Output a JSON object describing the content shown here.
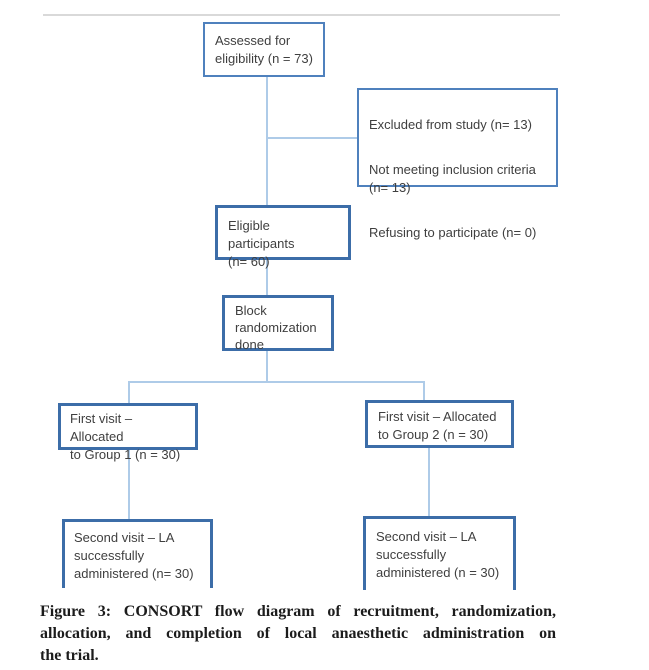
{
  "figure": {
    "boxes": {
      "assessed": {
        "text": "Assessed for\neligibility (n = 73)"
      },
      "excluded": {
        "lines": [
          "Excluded from study (n= 13)",
          "Not meeting inclusion criteria\n(n= 13)",
          "Refusing to participate (n= 0)"
        ]
      },
      "eligible": {
        "text": "Eligible participants\n(n= 60)"
      },
      "randomization": {
        "text": "Block\nrandomization\ndone"
      },
      "group1": {
        "text": "First visit – Allocated\nto Group 1 (n = 30)"
      },
      "group2": {
        "text": "First visit – Allocated\nto Group 2 (n = 30)"
      },
      "second1": {
        "text": "Second visit – LA\nsuccessfully\nadministered (n= 30)"
      },
      "second2": {
        "text": "Second visit – LA\nsuccessfully\nadministered (n = 30)"
      }
    },
    "caption": {
      "lines": [
        "Figure 3: CONSORT flow diagram of recruitment, randomization,",
        "allocation, and completion of local anaesthetic administration on",
        "the trial."
      ]
    },
    "colors": {
      "box_border": "#4f81bd",
      "box_border_dark": "#3c6da8",
      "connector": "#aecbe8",
      "top_rule": "#d9d9d9",
      "box_text": "#3f3f3f",
      "caption_text": "#1c1c1c"
    }
  }
}
